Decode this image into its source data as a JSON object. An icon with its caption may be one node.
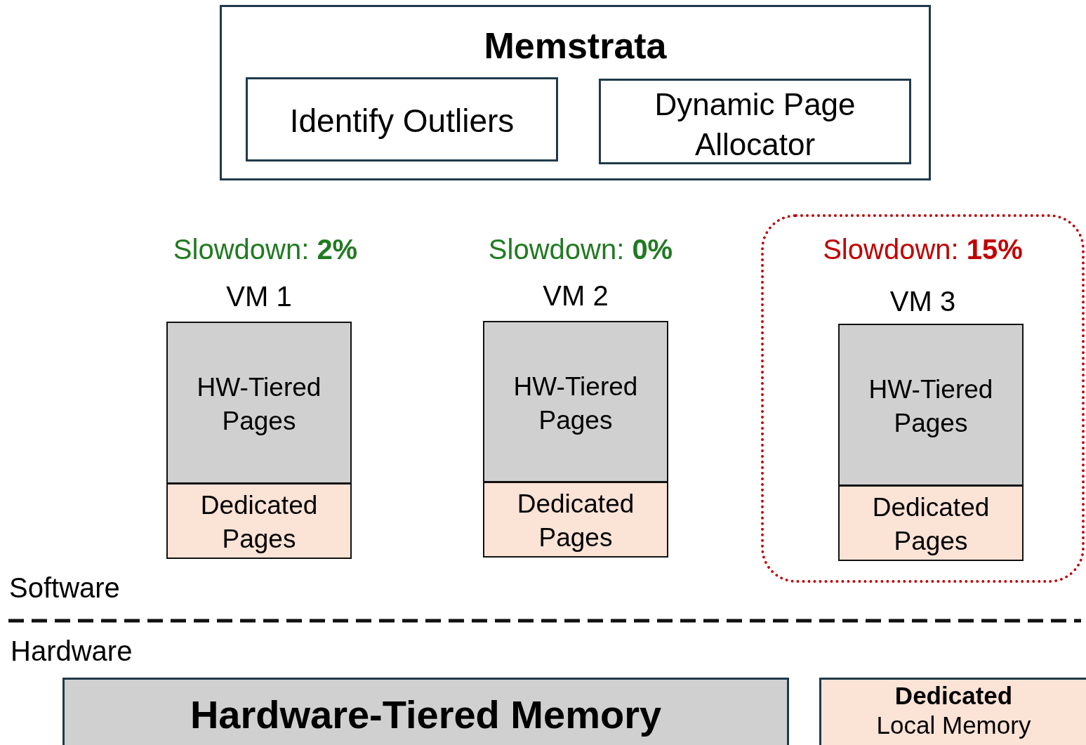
{
  "diagram": {
    "nodes": [
      {
        "text": [
          "Memstrata"
        ]
      },
      {
        "text": [
          "Identify Outliers"
        ],
        "in": 0
      },
      {
        "text": [
          "Dynamic Page Allocator"
        ],
        "in": 0
      },
      {
        "text": [
          "HW-Tiered Pages"
        ],
        "beside": [
          "VM 1"
        ]
      },
      {
        "text": [
          "Dedicated Pages"
        ]
      },
      {
        "text": [
          "HW-Tiered Pages"
        ],
        "beside": [
          "VM 2"
        ]
      },
      {
        "text": [
          "Dedicated Pages"
        ]
      },
      {
        "text": [
          "Slowdown: **15%**",
          "VM 3"
        ]
      },
      {
        "text": [
          "HW-Tiered Pages"
        ],
        "in": 7
      },
      {
        "text": [
          "Dedicated Pages"
        ],
        "in": 7
      },
      {
        "text": [
          "Hardware-Tiered Memory"
        ]
      },
      {
        "text": [
          "**Dedicated** Local Memory"
        ]
      }
    ],
    "labels": [
      "Slowdown: **2%**",
      "Slowdown: **0%**",
      "Software",
      "Hardware"
    ]
  }
}
